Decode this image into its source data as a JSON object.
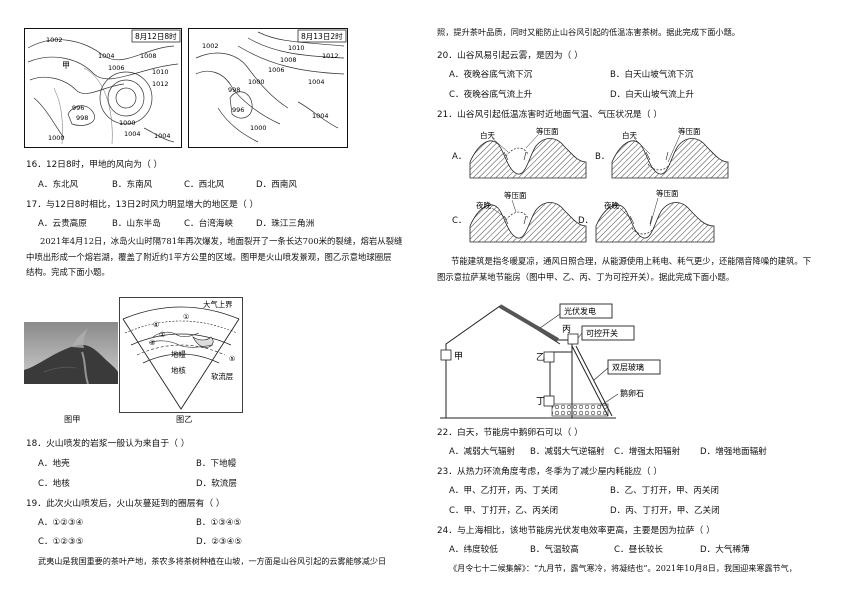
{
  "maps": {
    "map1": {
      "date": "8月12日8时",
      "labels": [
        "1002",
        "1004",
        "1006",
        "1008",
        "1010",
        "1012",
        "996",
        "998",
        "1000",
        "1004",
        "1000",
        "1004",
        "甲"
      ]
    },
    "map2": {
      "date": "8月13日2时",
      "labels": [
        "1012",
        "1010",
        "1008",
        "1006",
        "1004",
        "1002",
        "1000",
        "998",
        "996",
        "1000",
        "1004"
      ]
    }
  },
  "left": {
    "q16": {
      "text": "16．12日8时，甲地的风向为（    ）",
      "A": "A．东北风",
      "B": "B．东南风",
      "C": "C．西北风",
      "D": "D．西南风"
    },
    "q17": {
      "text": "17．与12日8时相比，13日2时风力明显增大的地区是（    ）",
      "A": "A．云贵高原",
      "B": "B．山东半岛",
      "C": "C．台湾海峡",
      "D": "D．珠江三角洲"
    },
    "passage1": {
      "line1": "2021年4月12日，冰岛火山时隔781年再次爆发，地面裂开了一条长达700米的裂缝，熔岩从裂缝",
      "line2": "中喷出形成一个熔岩湖，覆盖了附近约1平方公里的区域。图甲是火山喷发景观，图乙示意地球圈层",
      "line3": "结构。完成下面小题。"
    },
    "fig": {
      "jia": "图甲",
      "yi": "图乙",
      "atm": "大气上界",
      "mantle": "地幔",
      "core": "地核",
      "soft": "软流层",
      "n1": "①",
      "n2": "②",
      "n3": "③",
      "n4": "④",
      "n5": "⑤"
    },
    "q18": {
      "text": "18．火山喷发的岩浆一般认为来自于（    ）",
      "A": "A．地壳",
      "B": "B．下地幔",
      "C": "C．地核",
      "D": "D．软流层"
    },
    "q19": {
      "text": "19．此次火山喷发后，火山灰蔓延到的圈层有（    ）",
      "A": "A．①②③④",
      "B": "B．①③④⑤",
      "C": "C．①②③⑤",
      "D": "D．②③④⑤"
    },
    "passage2": "武夷山是我国重要的茶叶产地，茶农多将茶树种植在山坡，一方面是山谷风引起的云雾能够减少日"
  },
  "right": {
    "passage2_cont": "照，提升茶叶品质，同时又能防止山谷风引起的低温冻害茶树。据此完成下面小题。",
    "q20": {
      "text": "20．山谷风易引起云雾，是因为（    ）",
      "A": "A．夜晚谷底气流下沉",
      "B": "B．白天山坡气流下沉",
      "C": "C．夜晚谷底气流上升",
      "D": "D．白天山坡气流上升"
    },
    "q21": {
      "text": "21．山谷风引起低温冻害时近地面气温、气压状况是（    ）",
      "A": "A．",
      "B": "B．",
      "C": "C．",
      "D": "D．",
      "day": "白天",
      "night": "夜晚",
      "isobar": "等压面"
    },
    "passage3": {
      "line1": "节能建筑是指冬暖夏凉，通风日照合理，从能源使用上耗电、耗气更少，还能隔音降噪的建筑。下",
      "line2": "图示意拉萨某地节能房（图中甲、乙、丙、丁为可控开关）。据此完成下面小题。"
    },
    "house": {
      "pv": "光伏发电",
      "switch": "可控开关",
      "glass": "双层玻璃",
      "stone": "鹅卵石",
      "jia": "甲",
      "yi": "乙",
      "bing": "丙",
      "ding": "丁"
    },
    "q22": {
      "text": "22．白天，节能房中鹅卵石可以（    ）",
      "A": "A．减弱大气辐射",
      "B": "B．减弱大气逆辐射",
      "C": "C．增强太阳辐射",
      "D": "D．增强地面辐射"
    },
    "q23": {
      "text": "23．从热力环流角度考虑，冬季为了减少屋内耗能应（    ）",
      "A": "A．甲、乙打开，丙、丁关闭",
      "B": "B．乙、丁打开，甲、丙关闭",
      "C": "C．甲、丁打开，乙、丙关闭",
      "D": "D．丙、丁打开，甲、乙关闭"
    },
    "q24": {
      "text": "24．与上海相比，该地节能房光伏发电效率更高，主要是因为拉萨（    ）",
      "A": "A．纬度较低",
      "B": "B．气温较高",
      "C": "C．昼长较长",
      "D": "D．大气稀薄"
    },
    "passage4": "《月令七十二候集解》：“九月节，露气寒冷，将凝结也”。2021年10月8日，我国迎来寒露节气，"
  }
}
